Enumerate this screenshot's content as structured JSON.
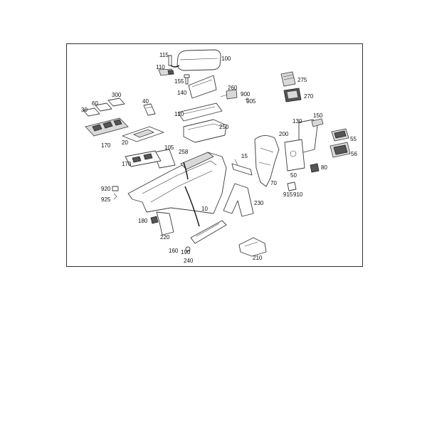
{
  "labels": {
    "l115": "115",
    "l100": "100",
    "l110": "110",
    "l155": "155",
    "l140": "140",
    "l260": "260",
    "l900": "900",
    "l905": "905",
    "l275": "275",
    "l270": "270",
    "l30": "30",
    "l60": "60",
    "l300": "300",
    "l40": "40",
    "l120": "120",
    "l130": "130",
    "l150": "150",
    "l170a": "170",
    "l20": "20",
    "l250": "250",
    "l200": "200",
    "l55": "55",
    "l56": "56",
    "l105": "105",
    "l258": "258",
    "l15": "15",
    "l170b": "170",
    "l80": "80",
    "l920": "920",
    "l925": "925",
    "l70": "70",
    "l50": "50",
    "l915": "915",
    "l910": "910",
    "l10": "10",
    "l230": "230",
    "l180": "180",
    "l220": "220",
    "l160": "160",
    "l190": "190",
    "l240": "240",
    "l210": "210"
  }
}
